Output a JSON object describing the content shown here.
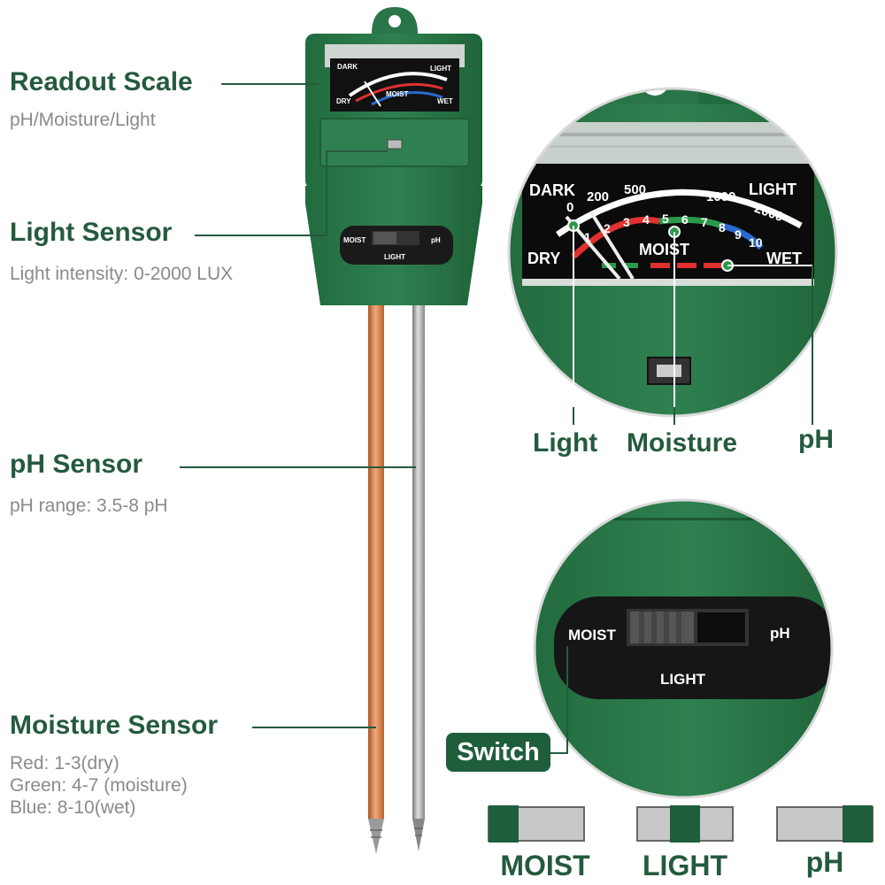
{
  "left_features": [
    {
      "title": "Readout Scale",
      "lines": [
        "pH/Moisture/Light"
      ]
    },
    {
      "title": "Light Sensor",
      "lines": [
        "Light intensity: 0-2000 LUX"
      ]
    },
    {
      "title": "pH Sensor",
      "lines": [
        "pH range: 3.5-8 pH"
      ]
    },
    {
      "title": "Moisture Sensor",
      "lines": [
        "Red: 1-3(dry)",
        "Green: 4-7 (moisture)",
        "Blue: 8-10(wet)"
      ]
    }
  ],
  "meter_scale": {
    "dark": "DARK",
    "light": "LIGHT",
    "dry": "DRY",
    "wet": "WET",
    "moist": "MOIST",
    "lux_ticks": [
      "0",
      "200",
      "500",
      "1000",
      "2000"
    ],
    "moist_ticks": [
      "1",
      "2",
      "3",
      "4",
      "5",
      "6",
      "7",
      "8",
      "9",
      "10"
    ]
  },
  "device_switch": {
    "left": "MOIST",
    "right": "pH",
    "bottom": "LIGHT"
  },
  "zoom_callouts": {
    "light": "Light",
    "moisture": "Moisture",
    "ph": "pH"
  },
  "switch_zoom": {
    "left": "MOIST",
    "right": "pH",
    "bottom": "LIGHT"
  },
  "switch_badge": "Switch",
  "switch_modes": [
    "MOIST",
    "LIGHT",
    "pH"
  ],
  "colors": {
    "device_green": "#2d7a4a",
    "dark_green": "#1e5e3b",
    "text_green": "#245a3e",
    "probe_copper": "#d07c4a",
    "probe_steel": "#9a9a9a",
    "scale_red": "#e03030",
    "scale_green": "#2a9a4a",
    "scale_blue": "#2a6ad0"
  }
}
